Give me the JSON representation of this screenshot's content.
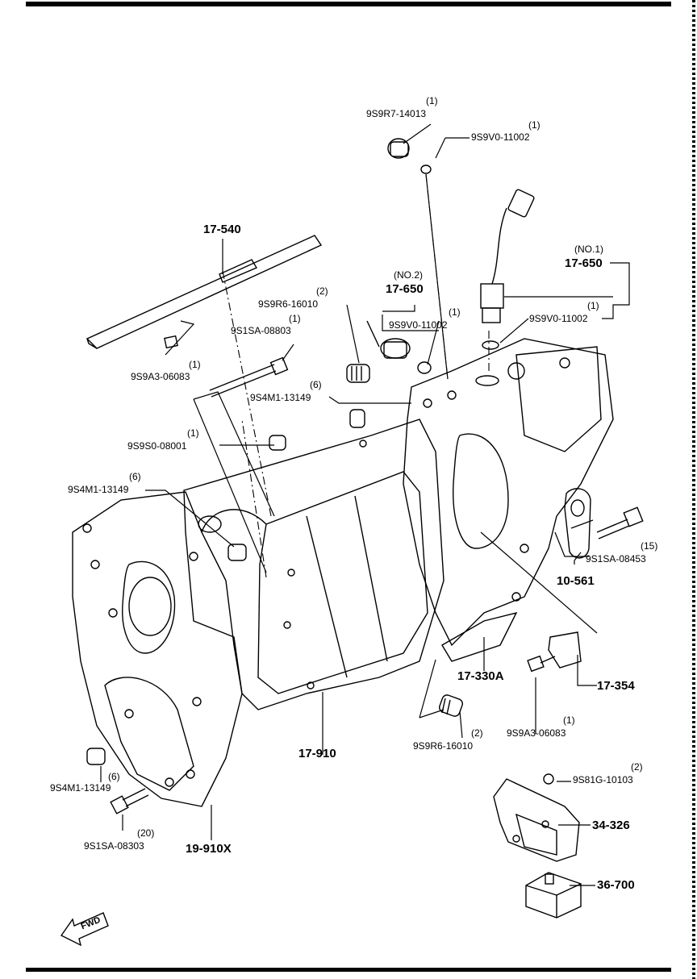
{
  "labels": {
    "p_9s9r7_14013": {
      "qty": "(1)",
      "code": "9S9R7-14013"
    },
    "p_9s9v0_11002_top": {
      "qty": "(1)",
      "code": "9S9V0-11002"
    },
    "p_17_540": {
      "code": "17-540"
    },
    "p_9s9a3_06083_top": {
      "qty": "(1)",
      "code": "9S9A3-06083"
    },
    "p_9s9r6_16010_top": {
      "qty": "(2)",
      "code": "9S9R6-16010"
    },
    "p_9s1sa_08803": {
      "qty": "(1)",
      "code": "9S1SA-08803"
    },
    "p_17_650_no2": {
      "note": "(NO.2)",
      "code": "17-650"
    },
    "p_9s9v0_11002_mid": {
      "qty": "(1)",
      "code": "9S9V0-11002"
    },
    "p_17_650_no1": {
      "note": "(NO.1)",
      "code": "17-650"
    },
    "p_9s9v0_11002_right": {
      "qty": "(1)",
      "code": "9S9V0-11002"
    },
    "p_9s4m1_13149_a": {
      "qty": "(6)",
      "code": "9S4M1-13149"
    },
    "p_9s9s0_08001": {
      "qty": "(1)",
      "code": "9S9S0-08001"
    },
    "p_9s4m1_13149_b": {
      "qty": "(6)",
      "code": "9S4M1-13149"
    },
    "p_9s1sa_08453": {
      "qty": "(15)",
      "code": "9S1SA-08453"
    },
    "p_10_561": {
      "code": "10-561"
    },
    "p_17_330a": {
      "code": "17-330A"
    },
    "p_17_354": {
      "code": "17-354"
    },
    "p_17_910": {
      "code": "17-910"
    },
    "p_9s9r6_16010_bot": {
      "qty": "(2)",
      "code": "9S9R6-16010"
    },
    "p_9s9a3_06083_bot": {
      "qty": "(1)",
      "code": "9S9A3-06083"
    },
    "p_9s81g_10103": {
      "qty": "(2)",
      "code": "9S81G-10103"
    },
    "p_34_326": {
      "code": "34-326"
    },
    "p_36_700": {
      "code": "36-700"
    },
    "p_9s4m1_13149_c": {
      "qty": "(6)",
      "code": "9S4M1-13149"
    },
    "p_9s1sa_08303": {
      "qty": "(20)",
      "code": "9S1SA-08303"
    },
    "p_19_910x": {
      "code": "19-910X"
    }
  },
  "fwd_arrow": {
    "text": "FWD"
  },
  "colors": {
    "ink": "#000000",
    "paper": "#ffffff"
  }
}
